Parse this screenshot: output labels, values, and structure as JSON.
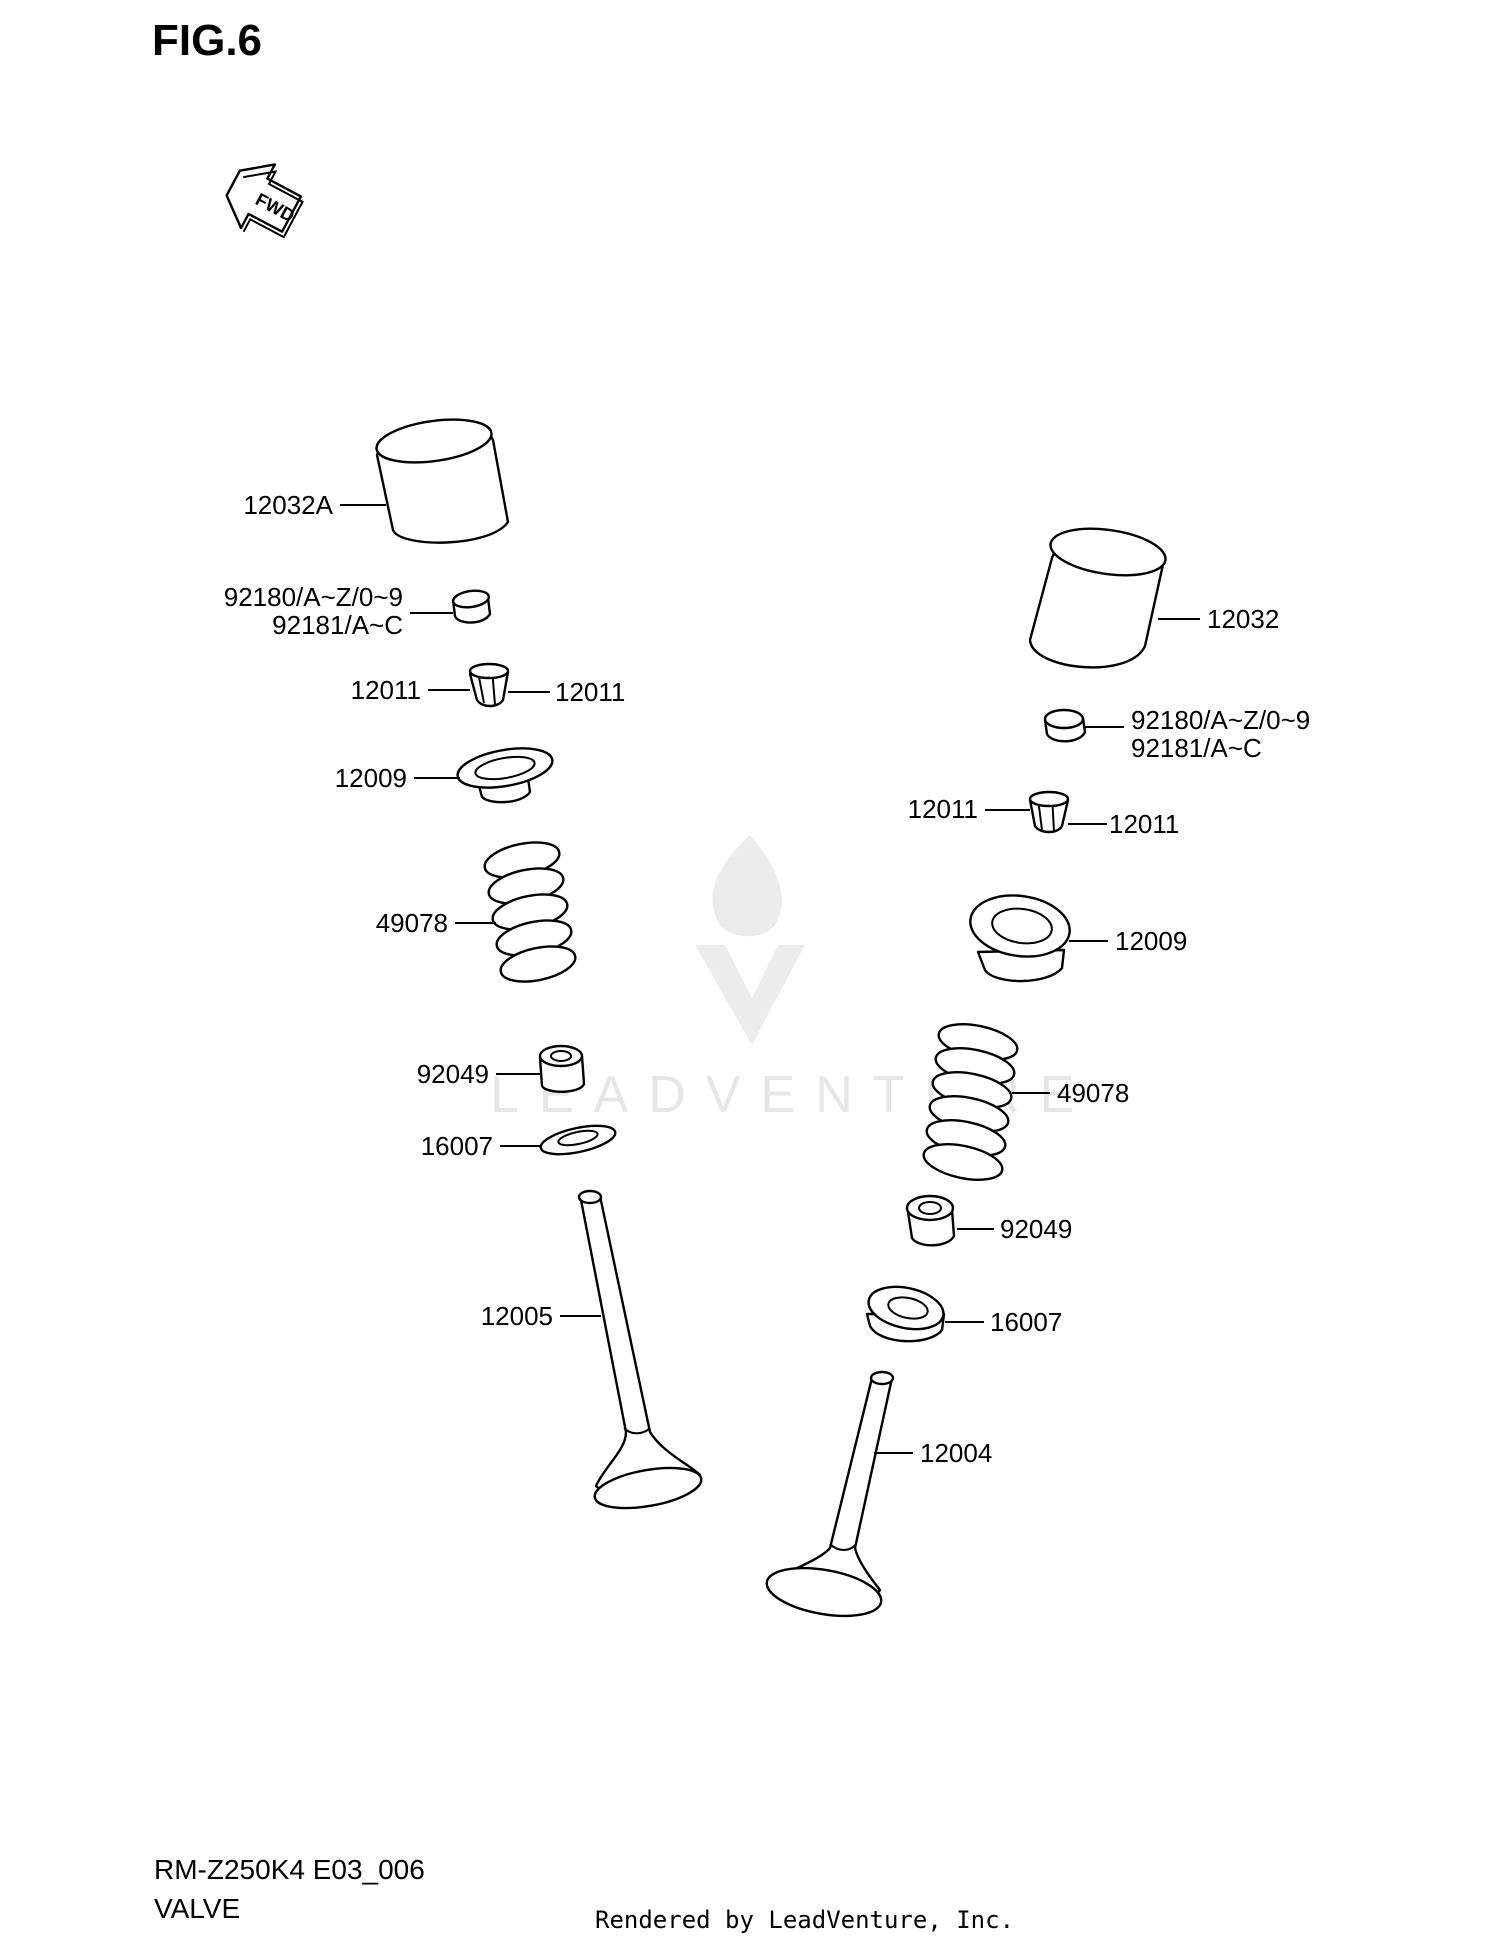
{
  "title": "FIG.6",
  "fwd_label": "FWD",
  "watermark": "LEADVENTURE",
  "footer": {
    "model_code": "RM-Z250K4 E03_006",
    "section": "VALVE",
    "rendered_by": "Rendered by LeadVenture, Inc."
  },
  "labels": {
    "left": {
      "tappet": "12032A",
      "shim_1": "92180/A~Z/0~9",
      "shim_2": "92181/A~C",
      "cotter_a": "12011",
      "cotter_b": "12011",
      "retainer": "12009",
      "spring": "49078",
      "seal": "92049",
      "spring_seat": "16007",
      "valve": "12005"
    },
    "right": {
      "tappet": "12032",
      "shim_1": "92180/A~Z/0~9",
      "shim_2": "92181/A~C",
      "cotter_a": "12011",
      "cotter_b": "12011",
      "retainer": "12009",
      "spring": "49078",
      "seal": "92049",
      "spring_seat": "16007",
      "valve": "12004"
    }
  }
}
